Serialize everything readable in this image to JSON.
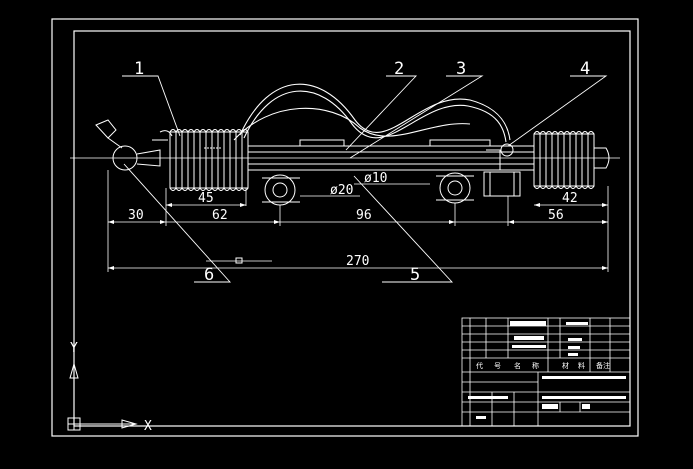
{
  "callouts": [
    "1",
    "2",
    "3",
    "4",
    "5",
    "6"
  ],
  "dimensions": {
    "d30": "30",
    "d45": "45",
    "d62": "62",
    "d96": "96",
    "d42": "42",
    "d56": "56",
    "d270": "270",
    "phi10": "ø10",
    "phi20": "ø20"
  },
  "axes": {
    "y": "Y",
    "x": "X"
  },
  "title_block": {
    "header_glyphs": [
      "代",
      "号",
      "名",
      "称",
      "材",
      "料",
      "备注"
    ]
  },
  "colors": {
    "background": "#000000",
    "lines": "#ffffff"
  }
}
